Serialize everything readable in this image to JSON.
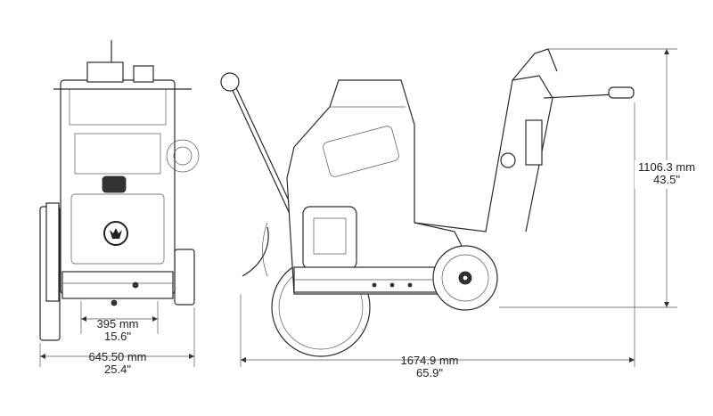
{
  "dimensions": {
    "front_inner_width": {
      "metric": "395 mm",
      "imperial": "15.6\""
    },
    "front_total_width": {
      "metric": "645.50 mm",
      "imperial": "25.4\""
    },
    "side_length": {
      "metric": "1674.9 mm",
      "imperial": "65.9\""
    },
    "side_height": {
      "metric": "1106.3 mm",
      "imperial": "43.5\""
    }
  },
  "colors": {
    "line": "#2a2a2a",
    "text": "#222222",
    "background": "#ffffff"
  },
  "icons": {
    "brand_mark": "husqvarna-crown-icon"
  }
}
